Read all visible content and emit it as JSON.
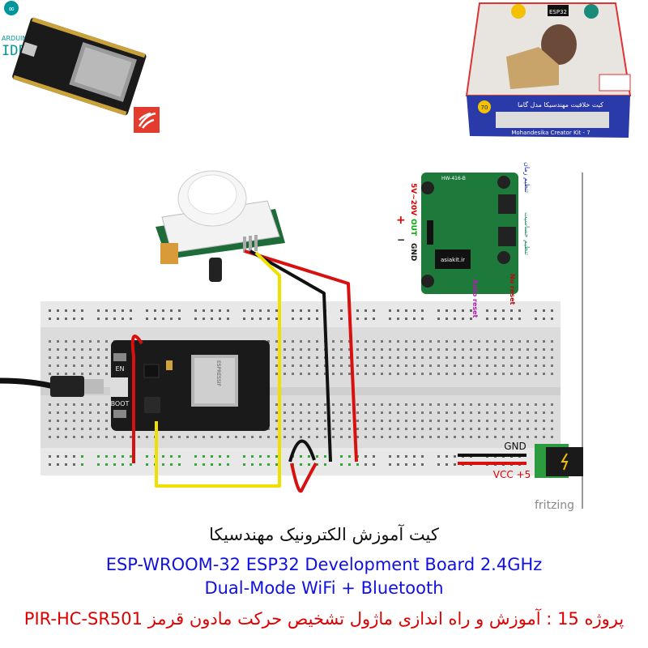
{
  "logos": {
    "arduino_ide": "ARDUINO IDE",
    "arduino_line1": "ARDUINO",
    "arduino_line2": "IDE"
  },
  "kit_box": {
    "title": "کیت خلاقیت مهندسیکا مدل گاما",
    "subtitle": "Mohandesika Creator Kit - 7",
    "chip_label": "ESP32",
    "badge": "70"
  },
  "pir_module": {
    "header": "HW-416-B",
    "chip": "asiakit.ir",
    "voltage": "5V~20V",
    "plus": "+",
    "out": "OUT",
    "minus": "−",
    "gnd": "GND",
    "pot_time": "تنظیم زمان",
    "pot_sens": "تنظیم حساسیت",
    "auto_reset": "Auto reset",
    "no_reset": "No reset"
  },
  "esp_board": {
    "en": "EN",
    "boot": "BOOT",
    "module": "ESPRESSIF"
  },
  "power": {
    "gnd": "GND",
    "vcc": "VCC +5"
  },
  "fritzing": "fritzing",
  "captions": {
    "kit_title": "کیت آموزش الکترونیک مهندسیکا",
    "board_line1": "ESP-WROOM-32 ESP32  Development Board 2.4GHz",
    "board_line2": "Dual-Mode WiFi + Bluetooth",
    "project": "پروژه 15 : آموزش و راه اندازی ماژول تشخیص حرکت مادون قرمز PIR-HC-SR501"
  },
  "colors": {
    "wire_red": "#d81010",
    "wire_black": "#111111",
    "wire_yellow": "#f0e000",
    "pcb_green": "#1e7a3a",
    "caption_blue": "#1010e0",
    "caption_red": "#e00000"
  }
}
